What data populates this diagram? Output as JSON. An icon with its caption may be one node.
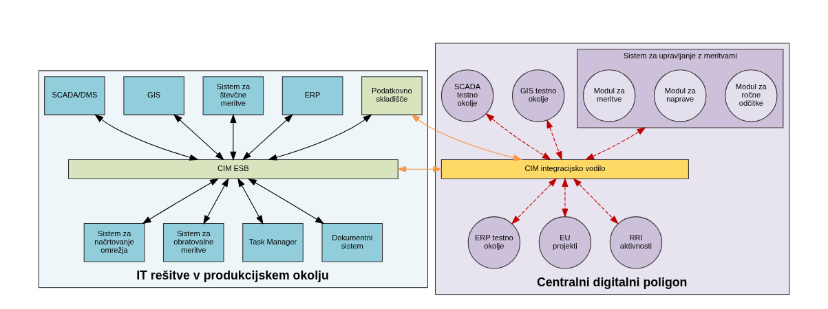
{
  "diagram": {
    "nodes": [
      {
        "text": [
          "IT rešitve v produkcijskem okolju"
        ]
      },
      {
        "text": [
          "SCADA/DMS"
        ],
        "in": 0
      },
      {
        "text": [
          "GIS"
        ],
        "in": 0
      },
      {
        "text": [
          "Sistem za števčne meritve"
        ],
        "in": 0
      },
      {
        "text": [
          "ERP"
        ],
        "in": 0
      },
      {
        "text": [
          "Podatkovno skladišče"
        ],
        "in": 0
      },
      {
        "text": [
          "CIM ESB"
        ],
        "in": 0
      },
      {
        "text": [
          "Sistem za načrtovanje omrežja"
        ],
        "in": 0
      },
      {
        "text": [
          "Sistem za obratovalne meritve"
        ],
        "in": 0
      },
      {
        "text": [
          "Task Manager"
        ],
        "in": 0
      },
      {
        "text": [
          "Dokumentni sistem"
        ],
        "in": 0
      },
      {
        "text": [
          "Centralni digitalni poligon"
        ]
      },
      {
        "text": [
          "GIS testno okolje"
        ],
        "in": 11
      },
      {
        "text": [
          "Sistem za upravljanje z meritvami"
        ],
        "in": 11
      },
      {
        "text": [
          "Modul za meritve"
        ],
        "in": 13
      },
      {
        "text": [
          "Modul za naprave"
        ],
        "in": 13
      },
      {
        "text": [
          "Modul za ročne odčitke"
        ],
        "in": 13
      },
      {
        "text": [
          "SCADA testno okolje"
        ],
        "in": 11
      },
      {
        "text": [
          "CIM integracijsko vodilo"
        ],
        "in": 11
      },
      {
        "text": [
          "ERP testno okolje"
        ],
        "in": 11
      },
      {
        "text": [
          "EU projekti"
        ],
        "in": 11
      },
      {
        "text": [
          "RRI aktivnosti"
        ],
        "in": 11
      }
    ],
    "edges": [
      {
        "from": 1,
        "to": 6,
        "arrow": "both"
      },
      {
        "from": 2,
        "to": 6,
        "arrow": "both"
      },
      {
        "from": 3,
        "to": 6,
        "arrow": "both"
      },
      {
        "from": 4,
        "to": 6,
        "arrow": "both"
      },
      {
        "from": 5,
        "to": 6,
        "arrow": "both"
      },
      {
        "from": 6,
        "to": 7,
        "arrow": "both"
      },
      {
        "from": 6,
        "to": 8,
        "arrow": "both"
      },
      {
        "from": 6,
        "to": 9,
        "arrow": "both"
      },
      {
        "from": 6,
        "to": 10,
        "arrow": "both"
      },
      {
        "from": 6,
        "to": 18,
        "arrow": "both",
        "color": "#f79646"
      },
      {
        "from": 5,
        "to": 18,
        "arrow": "both",
        "color": "#f79646"
      },
      {
        "from": 12,
        "to": 18,
        "arrow": "both",
        "style": "dashed",
        "color": "#c00000"
      },
      {
        "from": 13,
        "to": 18,
        "arrow": "both",
        "style": "dashed",
        "color": "#c00000"
      },
      {
        "from": 17,
        "to": 18,
        "arrow": "both",
        "style": "dashed",
        "color": "#c00000"
      },
      {
        "from": 18,
        "to": 19,
        "arrow": "both",
        "style": "dashed",
        "color": "#c00000"
      },
      {
        "from": 18,
        "to": 20,
        "arrow": "both",
        "style": "dashed",
        "color": "#c00000"
      },
      {
        "from": 18,
        "to": 21,
        "arrow": "both",
        "style": "dashed",
        "color": "#c00000"
      }
    ]
  }
}
